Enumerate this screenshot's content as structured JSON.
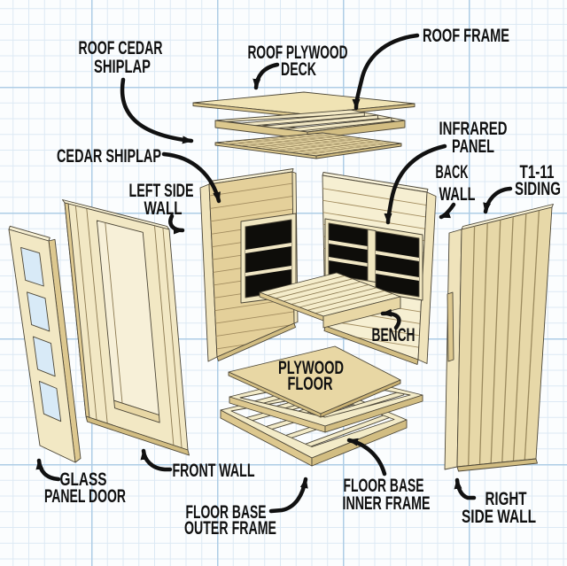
{
  "labels": {
    "roof_cedar_shiplap": {
      "line1": "ROOF CEDAR",
      "line2": "SHIPLAP"
    },
    "roof_plywood_deck": {
      "line1": "ROOF PLYWOOD",
      "line2": "DECK"
    },
    "roof_frame": {
      "line1": "ROOF FRAME"
    },
    "cedar_shiplap": {
      "line1": "CEDAR SHIPLAP"
    },
    "left_side_wall": {
      "line1": "LEFT SIDE",
      "line2": "WALL"
    },
    "infrared_panel": {
      "line1": "INFRARED",
      "line2": "PANEL"
    },
    "back_wall": {
      "line1": "BACK",
      "line2": "WALL"
    },
    "t1_11_siding": {
      "line1": "T1-11",
      "line2": "SIDING"
    },
    "bench": {
      "line1": "BENCH"
    },
    "plywood_floor": {
      "line1": "PLYWOOD",
      "line2": "FLOOR"
    },
    "front_wall": {
      "line1": "FRONT WALL"
    },
    "glass_panel_door": {
      "line1": "GLASS",
      "line2": "PANEL DOOR"
    },
    "floor_base_outer_frame": {
      "line1": "FLOOR BASE",
      "line2": "OUTER FRAME"
    },
    "floor_base_inner_frame": {
      "line1": "FLOOR BASE",
      "line2": "INNER FRAME"
    },
    "right_side_wall": {
      "line1": "RIGHT",
      "line2": "SIDE WALL"
    }
  },
  "colors": {
    "background": "#fbfdfe",
    "grid_minor": "#dce9f4",
    "grid_major": "#aecde6",
    "label_text": "#101010",
    "arrow": "#111111",
    "wood_light": "#f6efd2",
    "wood_cream": "#f2e8c4",
    "wood_mid": "#e8d7a5",
    "wood_dark": "#d2bd82",
    "outline": "#4c4637",
    "glass": "#d8eaf7",
    "infrared_black": "#0e0d0a"
  }
}
